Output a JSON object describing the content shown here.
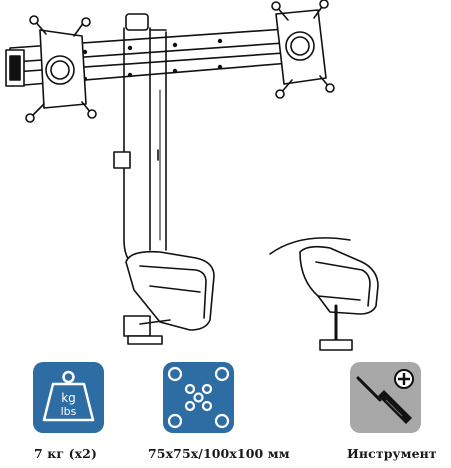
{
  "features": [
    {
      "icon": "weight-icon",
      "label": "7 кг (x2)",
      "icon_text_top": "kg",
      "icon_text_bottom": "lbs",
      "color": "#2e6da4"
    },
    {
      "icon": "vesa-holes-icon",
      "label": "75x75x/100x100 мм",
      "color": "#2e6da4"
    },
    {
      "icon": "screwdriver-icon",
      "label": "Инструмент",
      "color": "#a8a8a8"
    }
  ]
}
